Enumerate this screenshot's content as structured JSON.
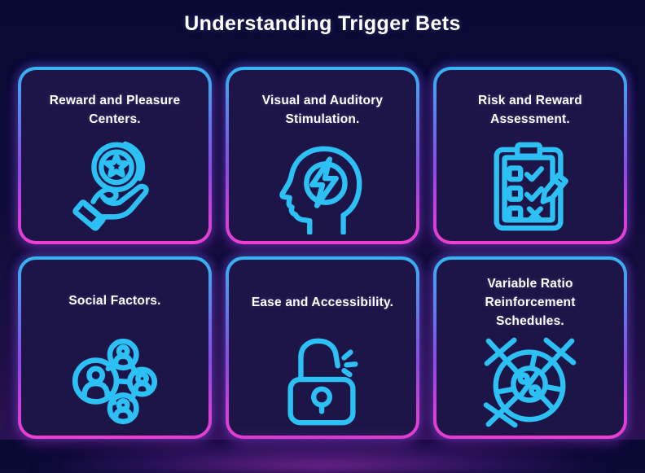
{
  "page": {
    "title": "Understanding Trigger Bets"
  },
  "colors": {
    "background_top": "#090934",
    "background_bottom": "#2a1252",
    "bottom_glow": "#d63de2",
    "card_background": "#1d1547",
    "card_border_top": "#35b5f2",
    "card_border_middle": "#8d4be3",
    "card_border_bottom": "#ee3ed2",
    "icon_stroke": "#2cc0f4",
    "title_text": "#ffffff"
  },
  "cards": [
    {
      "title": "Reward and Pleasure Centers.",
      "icon": "hand-coin-star-icon"
    },
    {
      "title": "Visual and Auditory Stimulation.",
      "icon": "head-lightning-icon"
    },
    {
      "title": "Risk and Reward Assessment.",
      "icon": "clipboard-checklist-pencil-icon"
    },
    {
      "title": "Social Factors.",
      "icon": "people-network-icon"
    },
    {
      "title": "Ease and Accessibility.",
      "icon": "open-padlock-icon"
    },
    {
      "title": "Variable Ratio Reinforcement Schedules.",
      "icon": "roulette-percent-wheel-icon"
    }
  ]
}
